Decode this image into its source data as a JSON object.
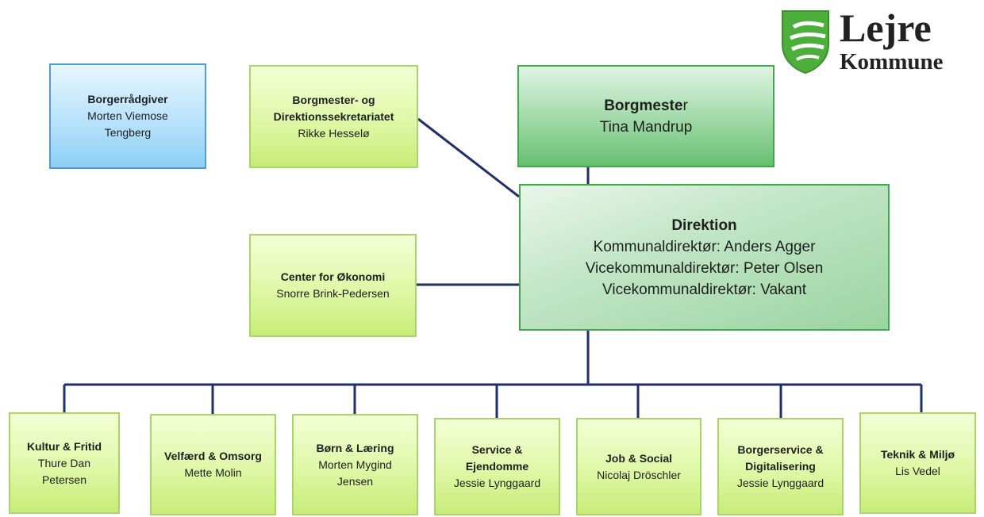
{
  "logo": {
    "line1": "Lejre",
    "line2": "Kommune",
    "shield_color": "#4caf3a"
  },
  "borgerraadgiver": {
    "title": "Borgerrådgiver",
    "name_line1": "Morten Viemose",
    "name_line2": "Tengberg"
  },
  "sekretariat": {
    "title_line1": "Borgmester- og",
    "title_line2": "Direktionssekretariatet",
    "name": "Rikke Hesselø"
  },
  "borgmester": {
    "title_bold": "Borgmeste",
    "title_rest": "r",
    "name": "Tina Mandrup"
  },
  "direktion": {
    "title": "Direktion",
    "line1": "Kommunaldirektør: Anders Agger",
    "line2": "Vicekommunaldirektør: Peter Olsen",
    "line3": "Vicekommunaldirektør: Vakant"
  },
  "okonomi": {
    "title": "Center for Økonomi",
    "name": "Snorre Brink-Pedersen"
  },
  "departments": [
    {
      "title": [
        "Kultur & Fritid"
      ],
      "name": [
        "Thure Dan",
        "Petersen"
      ]
    },
    {
      "title": [
        "Velfærd & Omsorg"
      ],
      "name": [
        "Mette Molin"
      ]
    },
    {
      "title": [
        "Børn & Læring"
      ],
      "name": [
        "Morten  Mygind",
        "Jensen"
      ]
    },
    {
      "title": [
        "Service &",
        "Ejendomme"
      ],
      "name": [
        "Jessie Lynggaard"
      ]
    },
    {
      "title": [
        "Job & Social"
      ],
      "name": [
        "Nicolaj Dröschler"
      ]
    },
    {
      "title": [
        "Borgerservice  &",
        "Digitalisering"
      ],
      "name": [
        "Jessie Lynggaard"
      ]
    },
    {
      "title": [
        "Teknik & Miljø"
      ],
      "name": [
        "Lis Vedel"
      ]
    }
  ]
}
